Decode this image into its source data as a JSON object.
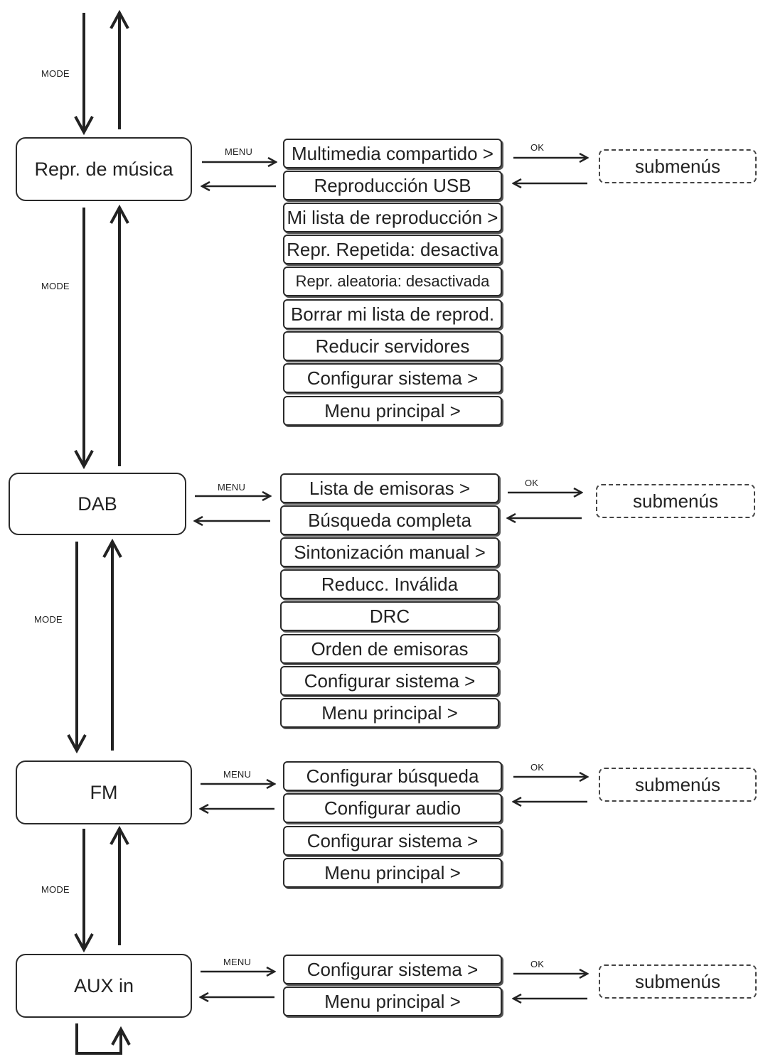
{
  "labels": {
    "mode": "MODE",
    "menu": "MENU",
    "ok": "OK"
  },
  "modes": [
    {
      "name": "Repr. de música",
      "submenu": "submenús",
      "menu_items": [
        "Multimedia compartido >",
        "Reproducción USB",
        "Mi lista de reproducción >",
        "Repr. Repetida: desactiva",
        "Repr. aleatoria: desactivada",
        "Borrar mi lista de reprod.",
        "Reducir servidores",
        "Configurar sistema >",
        "Menu principal >"
      ]
    },
    {
      "name": "DAB",
      "submenu": "submenús",
      "menu_items": [
        "Lista de emisoras >",
        "Búsqueda completa",
        "Sintonización manual >",
        "Reducc. Inválida",
        "DRC",
        "Orden de emisoras",
        "Configurar sistema >",
        "Menu principal >"
      ]
    },
    {
      "name": "FM",
      "submenu": "submenús",
      "menu_items": [
        "Configurar búsqueda",
        "Configurar audio",
        "Configurar sistema >",
        "Menu principal >"
      ]
    },
    {
      "name": "AUX in",
      "submenu": "submenús",
      "menu_items": [
        "Configurar sistema >",
        "Menu principal >"
      ]
    }
  ]
}
